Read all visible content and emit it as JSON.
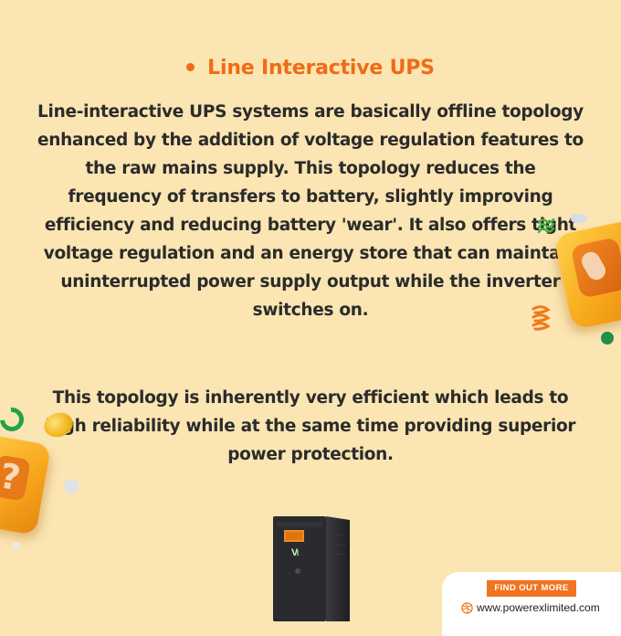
{
  "heading": "Line Interactive UPS",
  "paragraphs": [
    "Line-interactive UPS systems are basically offline topology enhanced by the addition of voltage regulation features to the raw mains supply. This topology reduces the frequency of transfers to battery, slightly improving efficiency and reducing battery 'wear'. It also offers tight voltage regulation and an energy store that can maintain uninterrupted power supply output while the inverter switches on.",
    "This topology is inherently very efficient which leads to high reliability while at the same time providing superior power protection."
  ],
  "cta": {
    "button_label": "FIND OUT MORE",
    "website": "www.powerexlimited.com",
    "website_icon": "dribbble-globe-icon"
  },
  "colors": {
    "background": "#fbe5b3",
    "accent": "#ef6c14",
    "text": "#2b2b2b"
  }
}
